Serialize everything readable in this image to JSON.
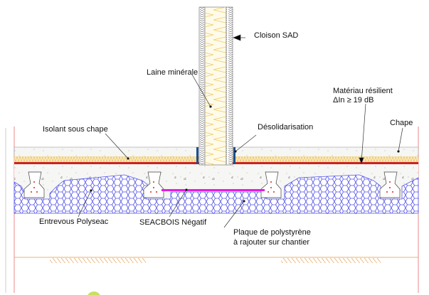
{
  "labels": {
    "cloison": "Cloison SAD",
    "laine": "Laine minérale",
    "materiau_line1": "Matériau résilient",
    "materiau_line2": "ΔIn ≥ 19 dB",
    "isolant": "Isolant sous chape",
    "desolidarisation": "Désolidarisation",
    "chape": "Chape",
    "entrevous": "Entrevous Polyseac",
    "seacbois": "SEACBOIS Négatif",
    "plaque_line1": "Plaque de polystyrène",
    "plaque_line2": "à rajouter sur chantier"
  },
  "colors": {
    "insulation": "#f7e6b0",
    "resilient": "#cc2222",
    "polystyrene": "#4a4ae0",
    "seacbois": "#e020e0",
    "desolidarisation": "#1f4f8f",
    "frame": "#e88a8a"
  }
}
